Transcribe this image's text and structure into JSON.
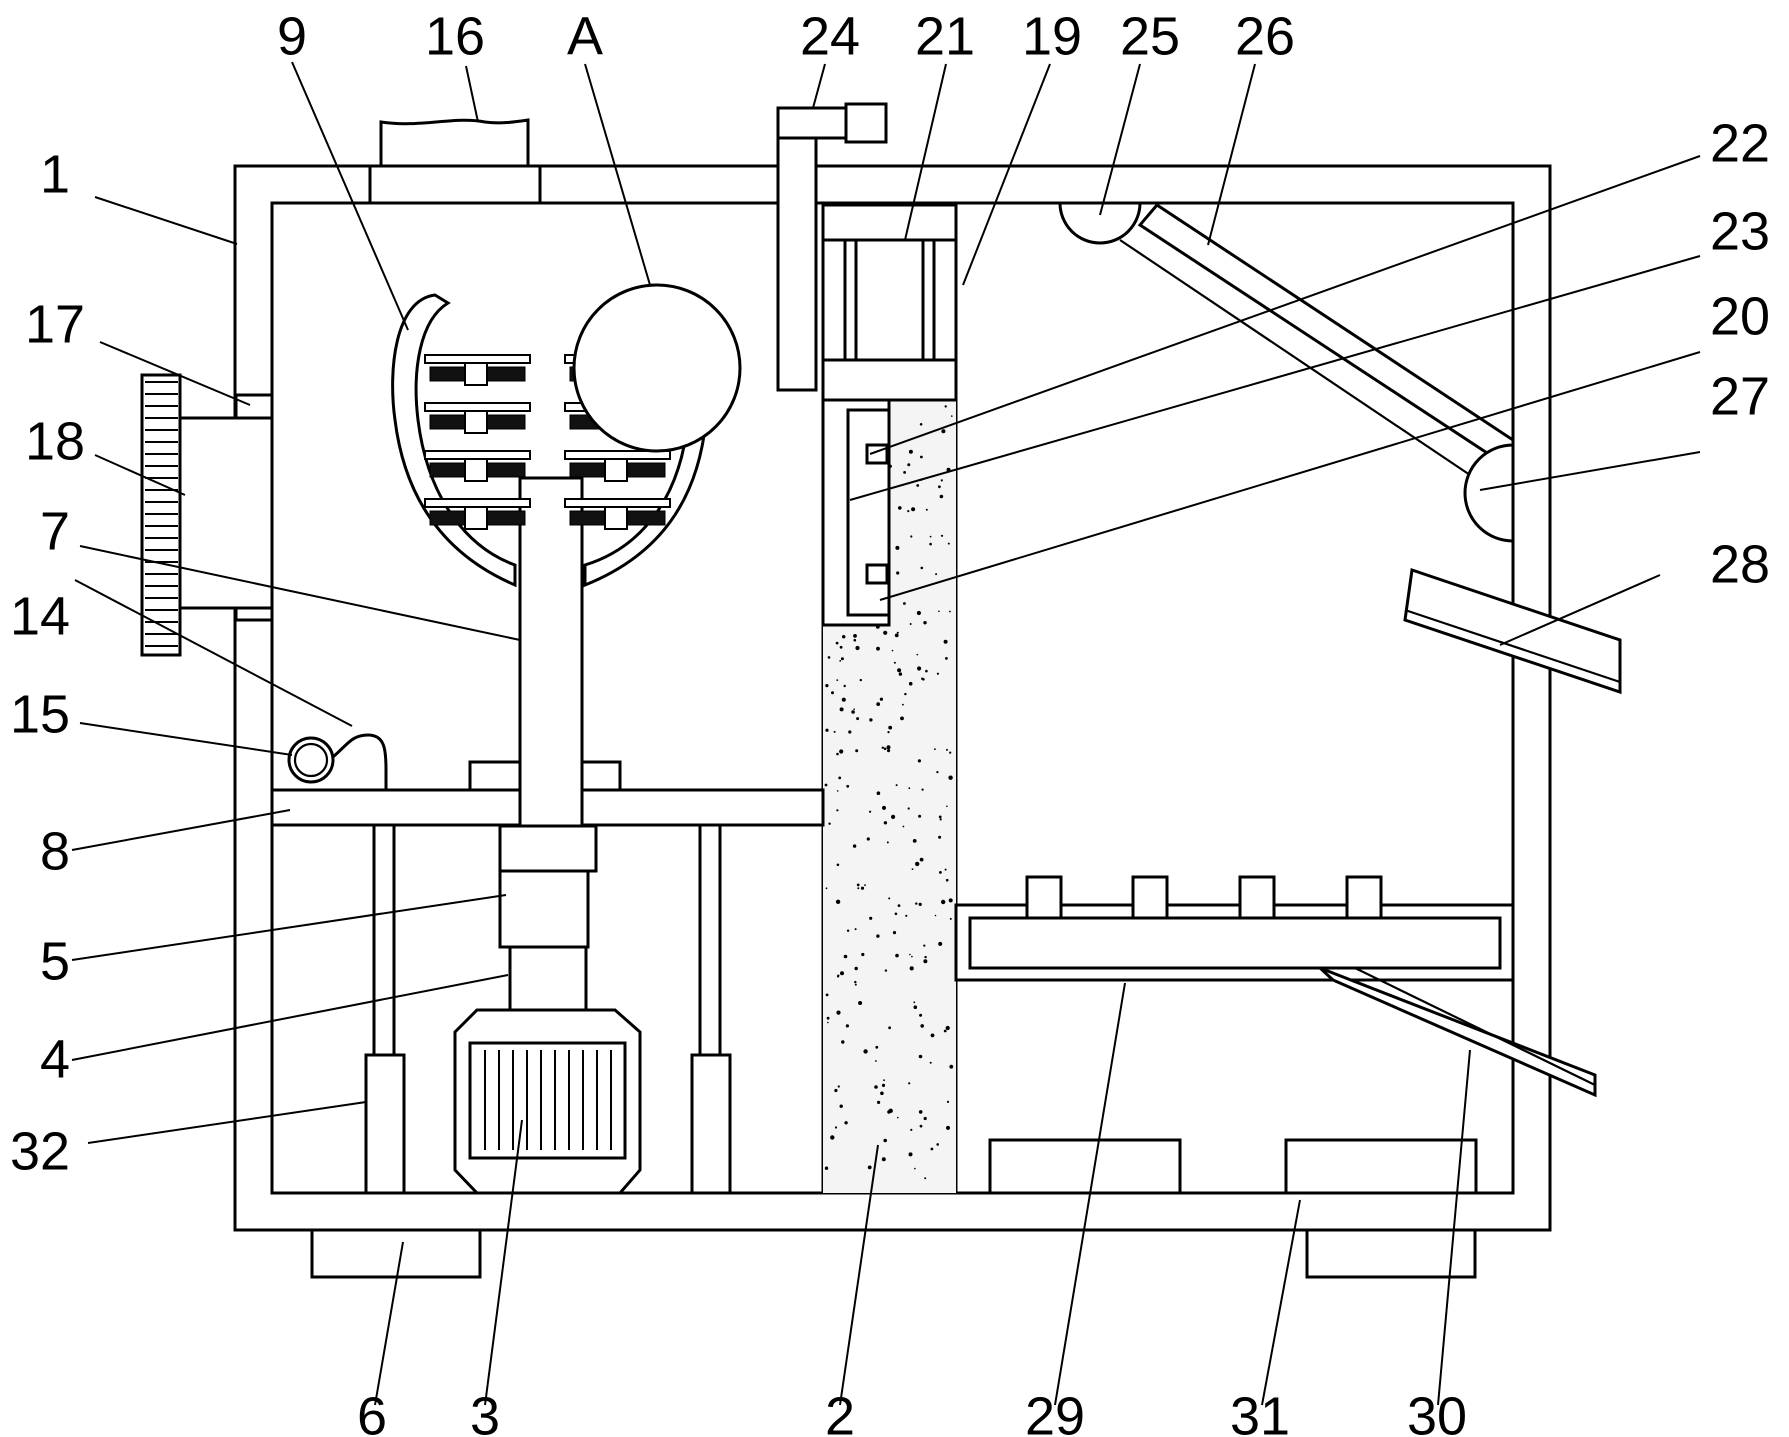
{
  "labels": {
    "l1": "1",
    "l2": "2",
    "l3": "3",
    "l4": "4",
    "l5": "5",
    "l6": "6",
    "l7": "7",
    "l8": "8",
    "l9": "9",
    "l14": "14",
    "l15": "15",
    "l16": "16",
    "l17": "17",
    "l18": "18",
    "l19": "19",
    "l20": "20",
    "l21": "21",
    "l22": "22",
    "l23": "23",
    "l24": "24",
    "l25": "25",
    "l26": "26",
    "l27": "27",
    "l28": "28",
    "l29": "29",
    "l30": "30",
    "l31": "31",
    "l32": "32",
    "lA": "A"
  },
  "colors": {
    "line": "#000000",
    "background": "#ffffff"
  }
}
